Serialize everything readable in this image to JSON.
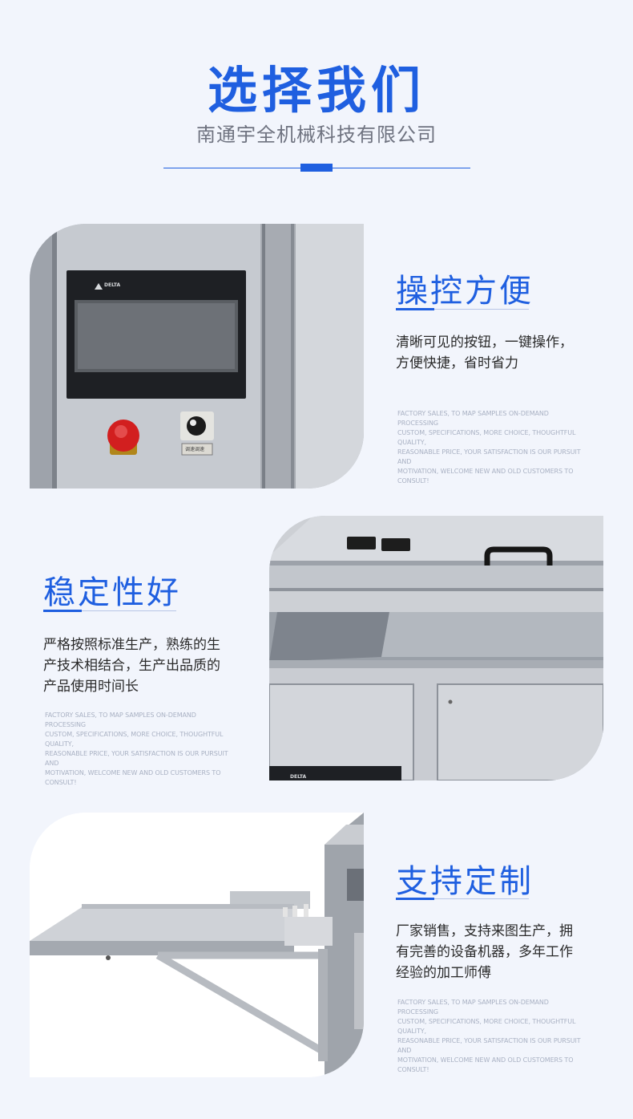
{
  "header": {
    "title": "选择我们",
    "company": "南通宇全机械科技有限公司"
  },
  "features": [
    {
      "title": "操控方便",
      "desc_lines": [
        "清晰可见的按钮，一键操作，",
        "方便快捷，省时省力"
      ],
      "en_lines": [
        "FACTORY SALES, TO MAP SAMPLES ON-DEMAND PROCESSING",
        "CUSTOM, SPECIFICATIONS, MORE CHOICE, THOUGHTFUL QUALITY,",
        "REASONABLE PRICE, YOUR SATISFACTION IS OUR PURSUIT AND",
        "MOTIVATION, WELCOME NEW AND OLD CUSTOMERS TO CONSULT!"
      ],
      "panel_brand": "DELTA",
      "knob_label": "调速调速"
    },
    {
      "title": "稳定性好",
      "desc_lines": [
        "严格按照标准生产，熟练的生",
        "产技术相结合，生产出品质的",
        "产品使用时间长"
      ],
      "en_lines": [
        "FACTORY SALES, TO MAP SAMPLES ON-DEMAND PROCESSING",
        "CUSTOM, SPECIFICATIONS, MORE CHOICE, THOUGHTFUL QUALITY,",
        "REASONABLE PRICE, YOUR SATISFACTION IS OUR PURSUIT AND",
        "MOTIVATION, WELCOME NEW AND OLD CUSTOMERS TO CONSULT!"
      ],
      "panel_brand": "DELTA"
    },
    {
      "title": "支持定制",
      "desc_lines": [
        "厂家销售，支持来图生产，拥",
        "有完善的设备机器，多年工作",
        "经验的加工师傅"
      ],
      "en_lines": [
        "FACTORY SALES, TO MAP SAMPLES ON-DEMAND PROCESSING",
        "CUSTOM, SPECIFICATIONS, MORE CHOICE, THOUGHTFUL QUALITY,",
        "REASONABLE PRICE, YOUR SATISFACTION IS OUR PURSUIT AND",
        "MOTIVATION, WELCOME NEW AND OLD CUSTOMERS TO CONSULT!"
      ]
    }
  ],
  "colors": {
    "accent": "#1f5fe0",
    "background": "#f2f5fc"
  }
}
